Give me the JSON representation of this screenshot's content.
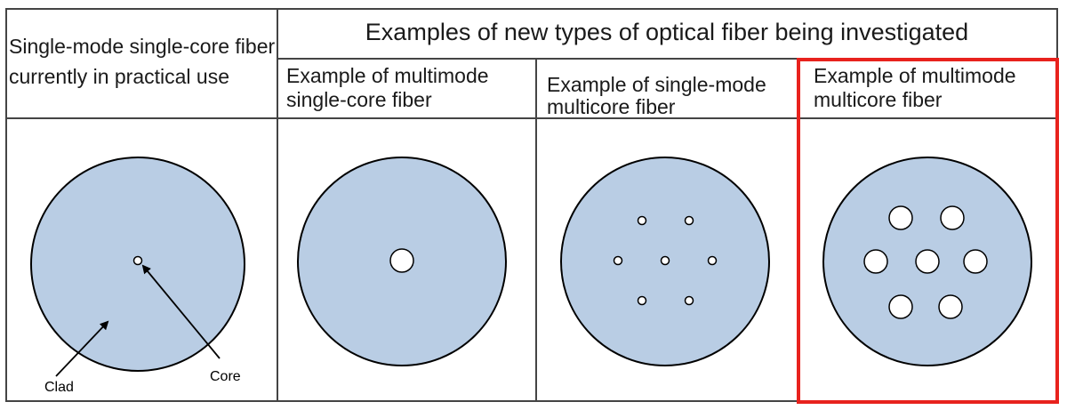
{
  "table": {
    "left_header_lines": [
      "Single-mode single-core fiber",
      "currently in practical use"
    ],
    "top_header": "Examples of new types of optical fiber being investigated",
    "columns": [
      {
        "lines": [
          "Example of multimode",
          "single-core fiber"
        ],
        "highlighted": false
      },
      {
        "lines": [
          "Example of single-mode",
          "multicore fiber"
        ],
        "highlighted": false
      },
      {
        "lines": [
          "Example of multimode",
          "multicore fiber"
        ],
        "highlighted": true
      }
    ]
  },
  "fibers": [
    {
      "type": "single-mode single-core",
      "core_count": 1,
      "labels": {
        "clad": "Clad",
        "core": "Core"
      }
    },
    {
      "type": "multimode single-core",
      "core_count": 1
    },
    {
      "type": "single-mode multicore",
      "core_count": 7
    },
    {
      "type": "multimode multicore",
      "core_count": 7
    }
  ],
  "colors": {
    "clad_fill": "#b9cde4",
    "outline": "#000000",
    "grid_line": "#555555",
    "highlight": "#e8221d"
  }
}
